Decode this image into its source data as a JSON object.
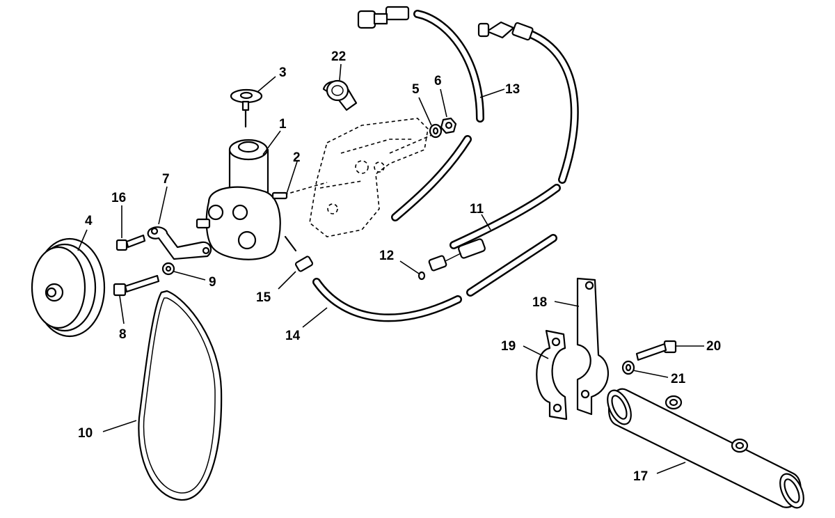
{
  "labels": [
    "1",
    "2",
    "3",
    "4",
    "5",
    "6",
    "7",
    "8",
    "9",
    "10",
    "11",
    "12",
    "13",
    "14",
    "15",
    "16",
    "17",
    "18",
    "19",
    "20",
    "21",
    "22"
  ],
  "colors": {
    "ink": "#000000",
    "paper": "#ffffff"
  }
}
